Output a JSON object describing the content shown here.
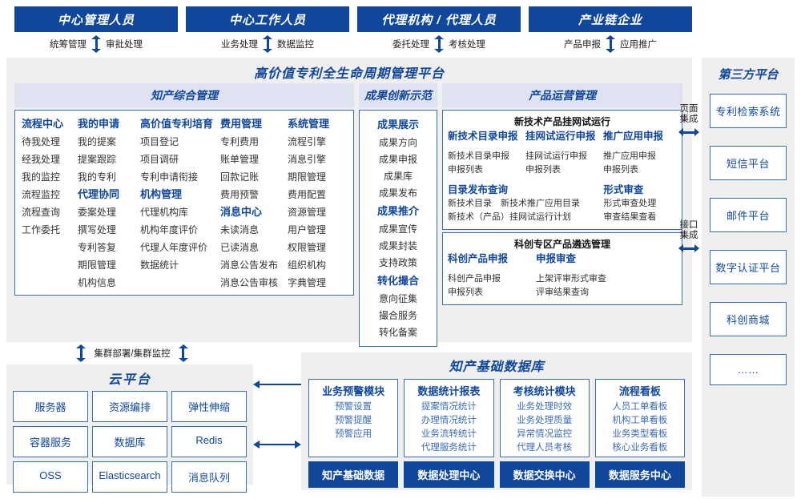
{
  "roles": [
    {
      "title": "中心管理人员",
      "left": "统筹管理",
      "right": "审批处理"
    },
    {
      "title": "中心工作人员",
      "left": "业务处理",
      "right": "数据监控"
    },
    {
      "title": "代理机构 / 代理人员",
      "left": "委托处理",
      "right": "考核处理"
    },
    {
      "title": "产业链企业",
      "left": "产品申报",
      "right": "应用推广"
    }
  ],
  "platform": {
    "title": "高价值专利全生命周期管理平台",
    "sections": {
      "comprehensive": {
        "head": "知产综合管理",
        "columns": [
          {
            "groups": [
              {
                "head": "流程中心",
                "items": [
                  "待我处理",
                  "经我处理",
                  "我的监控",
                  "流程监控",
                  "流程查询",
                  "工作委托"
                ]
              }
            ]
          },
          {
            "groups": [
              {
                "head": "我的申请",
                "items": [
                  "我的提案",
                  "提案跟踪",
                  "我的专利"
                ]
              },
              {
                "head": "代理协同",
                "items": [
                  "委案处理",
                  "撰写处理",
                  "专利答复",
                  "期限管理",
                  "机构信息"
                ]
              }
            ]
          },
          {
            "groups": [
              {
                "head": "高价值专利培育",
                "items": [
                  "项目登记",
                  "项目调研",
                  "专利申请衔接"
                ]
              },
              {
                "head": "机构管理",
                "items": [
                  "代理机构库",
                  "机构年度评价",
                  "代理人年度评价",
                  "数据统计"
                ]
              }
            ]
          },
          {
            "groups": [
              {
                "head": "费用管理",
                "items": [
                  "专利费用",
                  "账单管理",
                  "回款记账",
                  "费用预警"
                ]
              },
              {
                "head": "消息中心",
                "items": [
                  "未读消息",
                  "已读消息",
                  "消息公告发布",
                  "消息公告审核"
                ]
              }
            ]
          },
          {
            "groups": [
              {
                "head": "系统管理",
                "items": [
                  "流程引擎",
                  "消息引擎",
                  "期限管理",
                  "费用配置",
                  "资源管理",
                  "用户管理",
                  "权限管理",
                  "组织机构",
                  "字典管理"
                ]
              }
            ]
          }
        ]
      },
      "achievement": {
        "head": "成果创新示范",
        "groups": [
          {
            "head": "成果展示",
            "items": [
              "成果方向",
              "成果申报",
              "成果库",
              "成果发布"
            ]
          },
          {
            "head": "成果推介",
            "items": [
              "成果宣传",
              "成果封装",
              "支持政策"
            ]
          },
          {
            "head": "转化撮合",
            "items": [
              "意向征集",
              "撮合服务",
              "转化备案"
            ]
          }
        ]
      },
      "product": {
        "head": "产品运营管理",
        "boxes": [
          {
            "title": "新技术产品挂网试运行",
            "row1": [
              {
                "head": "新技术目录申报",
                "items": [
                  "新技术目录申报",
                  "申报列表"
                ]
              },
              {
                "head": "挂网试运行申报",
                "items": [
                  "挂网试运行申报",
                  "申报列表"
                ]
              },
              {
                "head": "推广应用申报",
                "items": [
                  "推广应用申报",
                  "申报列表"
                ]
              }
            ],
            "row2": [
              {
                "head": "目录发布查询",
                "items": [
                  "新技术目录　新技术推广应用目录",
                  "新技术（产品）挂网试运行计划"
                ]
              },
              {
                "head": "形式审查",
                "items": [
                  "形式审查处理",
                  "审查结果查看"
                ]
              }
            ]
          },
          {
            "title": "科创专区产品遴选管理",
            "row1": [
              {
                "head": "科创产品申报",
                "items": [
                  "科创产品申报",
                  "申报列表"
                ]
              },
              {
                "head": "申报审查",
                "items": [
                  "上架评审形式审查",
                  "评审结果查询"
                ]
              }
            ]
          }
        ]
      }
    }
  },
  "integration": [
    {
      "label": "页面集成"
    },
    {
      "label": "接口集成"
    }
  ],
  "third_party": {
    "title": "第三方平台",
    "items": [
      "专利检索系统",
      "短信平台",
      "邮件平台",
      "数字认证平台",
      "科创商城",
      "……"
    ]
  },
  "cluster": {
    "label": "集群部署/集群监控"
  },
  "cloud": {
    "title": "云平台",
    "cells": [
      "服务器",
      "资源编排",
      "弹性伸缩",
      "容器服务",
      "数据库",
      "Redis",
      "OSS",
      "Elasticsearch",
      "消息队列"
    ]
  },
  "database": {
    "title": "知产基础数据库",
    "columns": [
      {
        "head": "业务预警模块",
        "items": [
          "预警设置",
          "预警提醒",
          "预警应用"
        ],
        "foot": "知产基础数据"
      },
      {
        "head": "数据统计报表",
        "items": [
          "提案情况统计",
          "办理情况统计",
          "业务流转统计",
          "代理服务统计"
        ],
        "foot": "数据处理中心"
      },
      {
        "head": "考核统计模块",
        "items": [
          "业务处理时效",
          "业务处理质量",
          "异常情况监控",
          "代理人员考核"
        ],
        "foot": "数据交换中心"
      },
      {
        "head": "流程看板",
        "items": [
          "人员工单看板",
          "机构工单看板",
          "业务类型看板",
          "核心业务看板"
        ],
        "foot": "数据服务中心"
      }
    ]
  },
  "colors": {
    "brand": "#11479b",
    "border": "#3c6cb4",
    "panel_bg": "#efefef",
    "section_head_bg": "#dfe3f1"
  }
}
